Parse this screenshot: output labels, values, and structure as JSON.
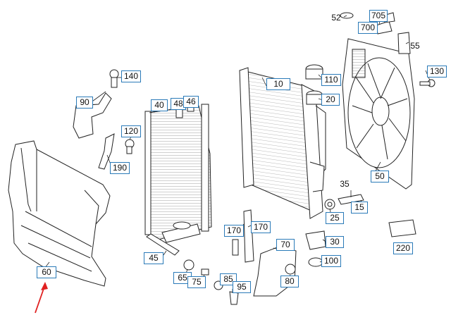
{
  "colors": {
    "label_border": "#2a7ab8",
    "arrow": "#e02020",
    "line": "#222222"
  },
  "labels": {
    "l705": "705",
    "l52": "52",
    "l700": "700",
    "l55": "55",
    "l130": "130",
    "l140": "140",
    "l90": "90",
    "l40": "40",
    "l48": "48",
    "l46": "46",
    "l10": "10",
    "l110": "110",
    "l20": "20",
    "l120": "120",
    "l190": "190",
    "l50": "50",
    "l35": "35",
    "l15": "15",
    "l25": "25",
    "l170a": "170",
    "l170b": "170",
    "l70": "70",
    "l30": "30",
    "l220": "220",
    "l45": "45",
    "l100": "100",
    "l65": "65",
    "l75": "75",
    "l85": "85",
    "l95": "95",
    "l80": "80",
    "l60": "60"
  }
}
